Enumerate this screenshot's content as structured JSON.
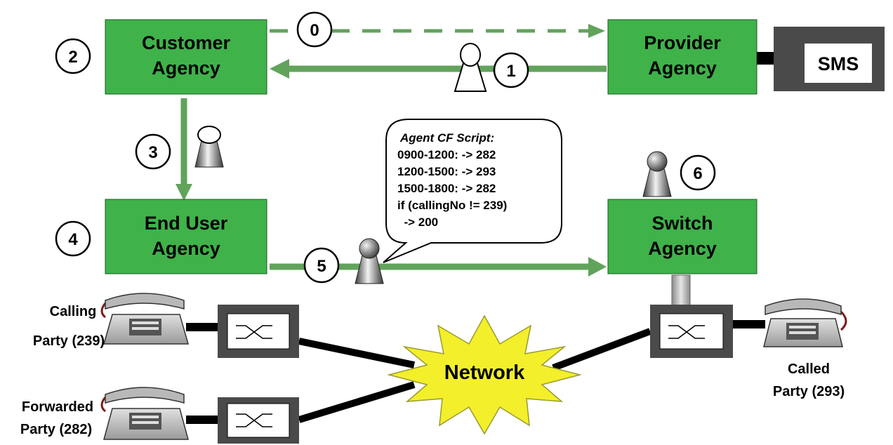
{
  "agencies": {
    "customer": [
      "Customer",
      "Agency"
    ],
    "provider": [
      "Provider",
      "Agency"
    ],
    "end_user": [
      "End User",
      "Agency"
    ],
    "switch": [
      "Switch",
      "Agency"
    ]
  },
  "sms_label": "SMS",
  "steps": [
    "0",
    "1",
    "2",
    "3",
    "4",
    "5",
    "6"
  ],
  "script_bubble": {
    "title": "Agent CF Script:",
    "lines": [
      "0900-1200: -> 282",
      "1200-1500: -> 293",
      "1500-1800: -> 282",
      "if (callingNo != 239)",
      "  -> 200"
    ]
  },
  "network_label": "Network",
  "parties": {
    "calling": [
      "Calling",
      "Party (239)"
    ],
    "forwarded": [
      "Forwarded",
      "Party (282)"
    ],
    "called": [
      "Called",
      "Party (293)"
    ]
  },
  "colors": {
    "agency_fill": "#3fb24a",
    "arrow": "#62a35c",
    "dark_box": "#4a4a4a",
    "network_fill": "#f3ef2a"
  }
}
